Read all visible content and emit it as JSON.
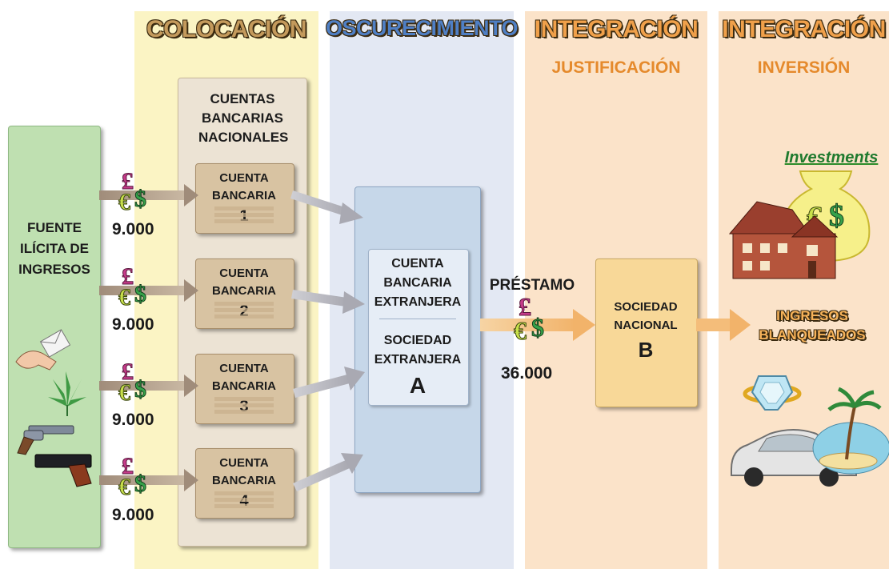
{
  "columns": {
    "colocacion": "COLOCACIÓN",
    "oscurecimiento": "OSCURECIMIENTO",
    "integracion_1": "INTEGRACIÓN",
    "integracion_1_sub": "JUSTIFICACIÓN",
    "integracion_2": "INTEGRACIÓN",
    "integracion_2_sub": "INVERSIÓN"
  },
  "source": {
    "label": "FUENTE ILÍCITA DE INGRESOS"
  },
  "national_accounts": {
    "header": "CUENTAS BANCARIAS NACIONALES",
    "accounts": [
      {
        "label": "CUENTA BANCARIA",
        "number": "1",
        "amount": "9.000"
      },
      {
        "label": "CUENTA BANCARIA",
        "number": "2",
        "amount": "9.000"
      },
      {
        "label": "CUENTA BANCARIA",
        "number": "3",
        "amount": "9.000"
      },
      {
        "label": "CUENTA BANCARIA",
        "number": "4",
        "amount": "9.000"
      }
    ]
  },
  "foreign": {
    "account": "CUENTA BANCARIA EXTRANJERA",
    "company": "SOCIEDAD EXTRANJERA",
    "letter": "A"
  },
  "loan": {
    "label": "PRÉSTAMO",
    "amount": "36.000"
  },
  "national_company": {
    "name": "SOCIEDAD NACIONAL",
    "letter": "B"
  },
  "laundered": {
    "label": "INGRESOS BLANQUEADOS"
  },
  "investments_sign": "Investments",
  "icons": [
    "currency-bag-icon",
    "house-icon",
    "ring-icon",
    "car-icon",
    "island-icon",
    "envelope-hand-icon",
    "cannabis-leaf-icon",
    "revolver-icon",
    "pistol-icon",
    "money-sack-icon"
  ],
  "colors": {
    "colocacion_bg": "#fbf4c4",
    "oscurecimiento_bg": "#e3e8f3",
    "integracion_bg": "#fbe3c9",
    "source_green": "#bfe0b1",
    "account_tan": "#d8c3a2",
    "foreign_blue": "#c6d7e9",
    "national_b": "#f8d898"
  }
}
